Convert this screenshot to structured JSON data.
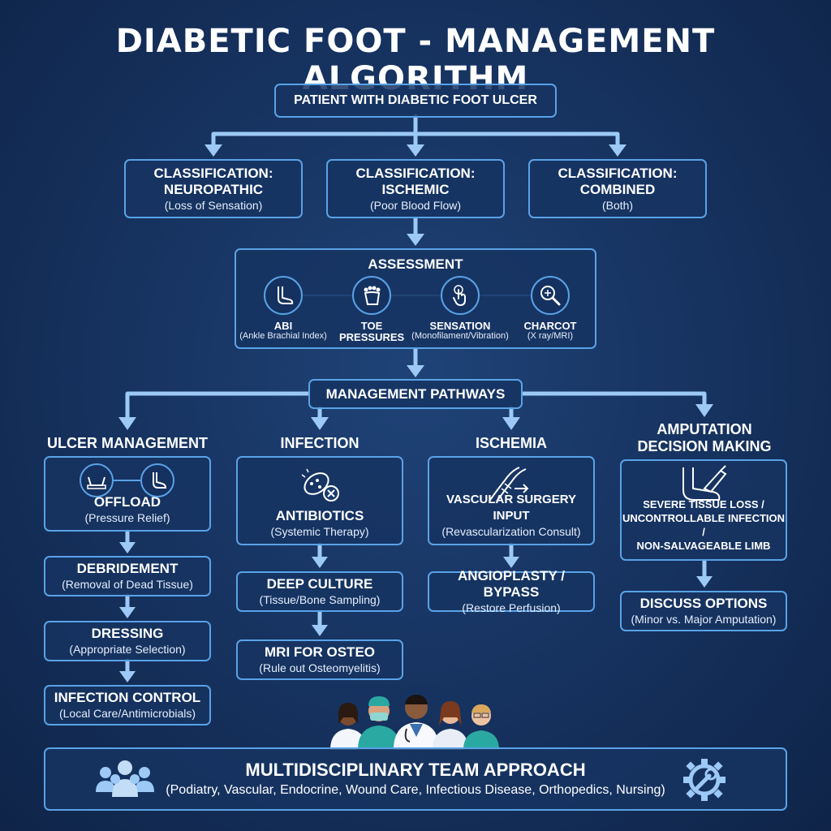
{
  "title": "DIABETIC FOOT - MANAGEMENT ALGORITHM",
  "patient": "PATIENT WITH DIABETIC FOOT ULCER",
  "classifications": [
    {
      "line1": "CLASSIFICATION:",
      "line2": "NEUROPATHIC",
      "sub": "(Loss of Sensation)"
    },
    {
      "line1": "CLASSIFICATION:",
      "line2": "ISCHEMIC",
      "sub": "(Poor Blood Flow)"
    },
    {
      "line1": "CLASSIFICATION:",
      "line2": "COMBINED",
      "sub": "(Both)"
    }
  ],
  "assessment": {
    "title": "ASSESSMENT",
    "items": [
      {
        "label": "ABI",
        "sub": "(Ankle Brachial Index)",
        "icon": "foot-icon"
      },
      {
        "label": "TOE PRESSURES",
        "sub": "",
        "icon": "toe-icon"
      },
      {
        "label": "SENSATION",
        "sub": "(Monofilament/Vibration)",
        "icon": "touch-icon"
      },
      {
        "label": "CHARCOT",
        "sub": "(X ray/MRI)",
        "icon": "magnifier-icon"
      }
    ]
  },
  "management_pathways": "MANAGEMENT PATHWAYS",
  "ulcer": {
    "heading": "ULCER MANAGEMENT",
    "offload": {
      "title": "OFFLOAD",
      "sub": "(Pressure Relief)"
    },
    "debridement": {
      "title": "DEBRIDEMENT",
      "sub": "(Removal of Dead Tissue)"
    },
    "dressing": {
      "title": "DRESSING",
      "sub": "(Appropriate Selection)"
    },
    "infection_control": {
      "title": "INFECTION CONTROL",
      "sub": "(Local Care/Antimicrobials)"
    }
  },
  "infection": {
    "heading": "INFECTION",
    "antibiotics": {
      "title": "ANTIBIOTICS",
      "sub": "(Systemic Therapy)"
    },
    "deep_culture": {
      "title": "DEEP CULTURE",
      "sub": "(Tissue/Bone Sampling)"
    },
    "mri": {
      "title": "MRI FOR OSTEO",
      "sub": "(Rule out Osteomyelitis)"
    }
  },
  "ischemia": {
    "heading": "ISCHEMIA",
    "vascular": {
      "title": "VASCULAR SURGERY INPUT",
      "sub": "(Revascularization Consult)"
    },
    "angioplasty": {
      "title": "ANGIOPLASTY / BYPASS",
      "sub": "(Restore Perfusion)"
    }
  },
  "amputation": {
    "heading_line1": "AMPUTATION",
    "heading_line2": "DECISION MAKING",
    "criteria_line1": "SEVERE TISSUE LOSS /",
    "criteria_line2": "UNCONTROLLABLE INFECTION /",
    "criteria_line3": "NON-SALVAGEABLE LIMB",
    "discuss": {
      "title": "DISCUSS OPTIONS",
      "sub": "(Minor vs. Major Amputation)"
    }
  },
  "team": {
    "title": "MULTIDISCIPLINARY TEAM APPROACH",
    "sub": "(Podiatry, Vascular, Endocrine, Wound Care, Infectious Disease, Orthopedics, Nursing)"
  },
  "colors": {
    "background": "#173462",
    "box_border": "#5aa2e6",
    "arrow": "#9cc9f5",
    "scrubs": "#2aa9a3"
  }
}
